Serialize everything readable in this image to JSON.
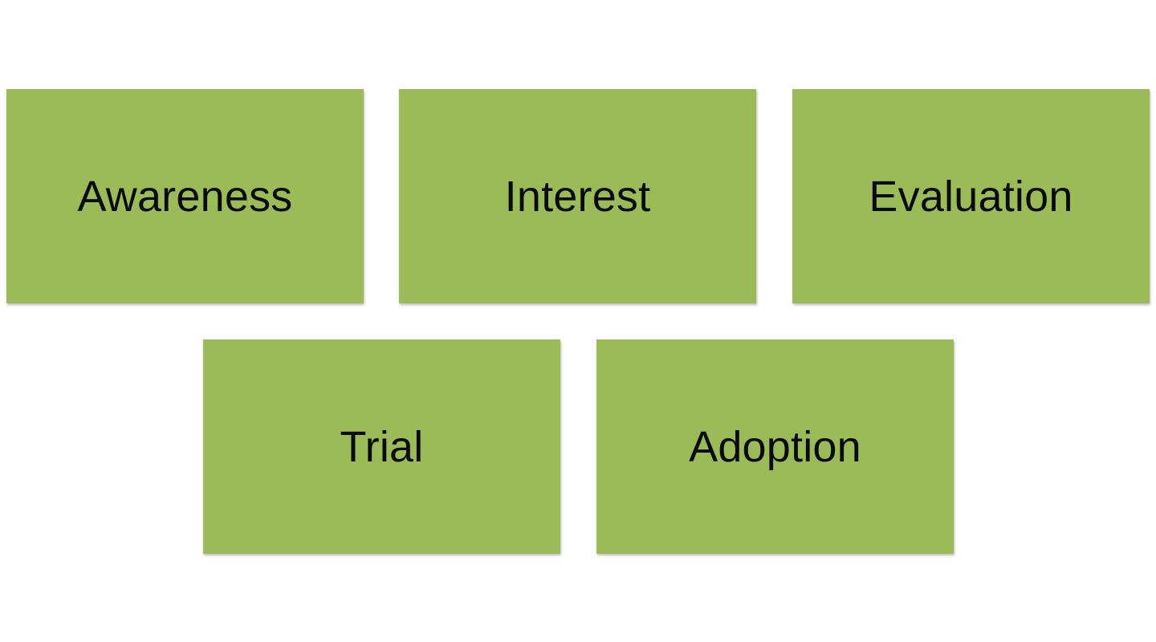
{
  "diagram": {
    "box_color": "#9bbb59",
    "text_color": "#0a0a0a",
    "stages": [
      {
        "label": "Awareness"
      },
      {
        "label": "Interest"
      },
      {
        "label": "Evaluation"
      },
      {
        "label": "Trial"
      },
      {
        "label": "Adoption"
      }
    ]
  }
}
